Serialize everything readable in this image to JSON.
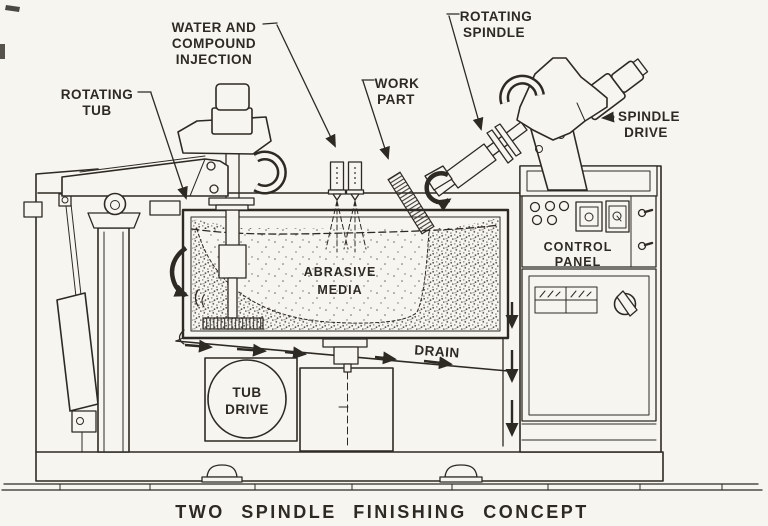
{
  "figure": {
    "caption": "TWO SPINDLE FINISHING CONCEPT",
    "labels": {
      "rotating_tub": [
        "ROTATING",
        "TUB"
      ],
      "water_injection": [
        "WATER AND",
        "COMPOUND",
        "INJECTION"
      ],
      "work_part": [
        "WORK",
        "PART"
      ],
      "rotating_spindle": [
        "ROTATING",
        "SPINDLE"
      ],
      "spindle_drive": [
        "SPINDLE",
        "DRIVE"
      ],
      "abrasive_media": [
        "ABRASIVE",
        "MEDIA"
      ],
      "control_panel": [
        "CONTROL",
        "PANEL"
      ],
      "tub_drive": [
        "TUB",
        "DRIVE"
      ],
      "drain": "DRAIN"
    },
    "colors": {
      "ink": "#2d2a24",
      "paper": "#f7f5ef"
    }
  }
}
